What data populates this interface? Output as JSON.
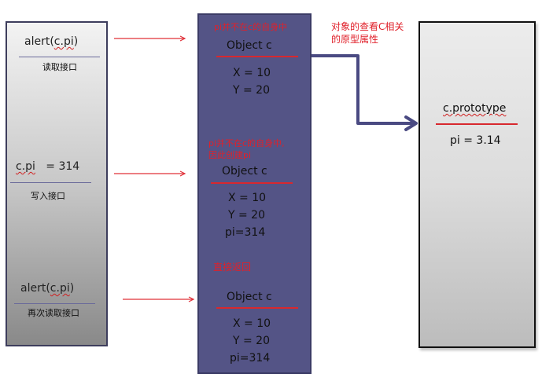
{
  "colors": {
    "arrow_red": "#e03038",
    "connector_blue": "#4a4a82",
    "mid_box_fill": "#545486",
    "annotation_red": "#e0202a"
  },
  "left_panel": {
    "read": {
      "prefix": "alert(",
      "arg": "c.pi",
      "suffix": ")",
      "caption": "读取接口"
    },
    "write": {
      "target": "c.pi",
      "assign": "   = 314",
      "caption": "写入接口"
    },
    "reread": {
      "prefix": "alert(",
      "arg": "c.pi",
      "suffix": ")",
      "caption": "再次读取接口"
    }
  },
  "middle_panel": {
    "blocks": [
      {
        "note_lines": [
          "pi并不在c的自身中"
        ],
        "title": "Object c",
        "props": [
          "X = 10",
          "Y = 20"
        ]
      },
      {
        "note_lines": [
          "pi并不在c的自身中,",
          "因此创建pi"
        ],
        "title": "Object c",
        "props": [
          "X = 10",
          "Y = 20",
          "pi=314"
        ]
      },
      {
        "note_lines": [
          "直接返回"
        ],
        "title": "Object c",
        "props": [
          "X = 10",
          "Y = 20",
          "pi=314"
        ]
      }
    ]
  },
  "connector_note": [
    "对象的查看C相关",
    "的原型属性"
  ],
  "right_panel": {
    "title": "c.prototype",
    "props": [
      "pi = 3.14"
    ]
  },
  "arrows": [
    {
      "from": "read",
      "to": "object-block-1"
    },
    {
      "from": "write",
      "to": "object-block-2"
    },
    {
      "from": "reread",
      "to": "object-block-3"
    },
    {
      "from": "object-block-1",
      "to": "prototype"
    }
  ]
}
